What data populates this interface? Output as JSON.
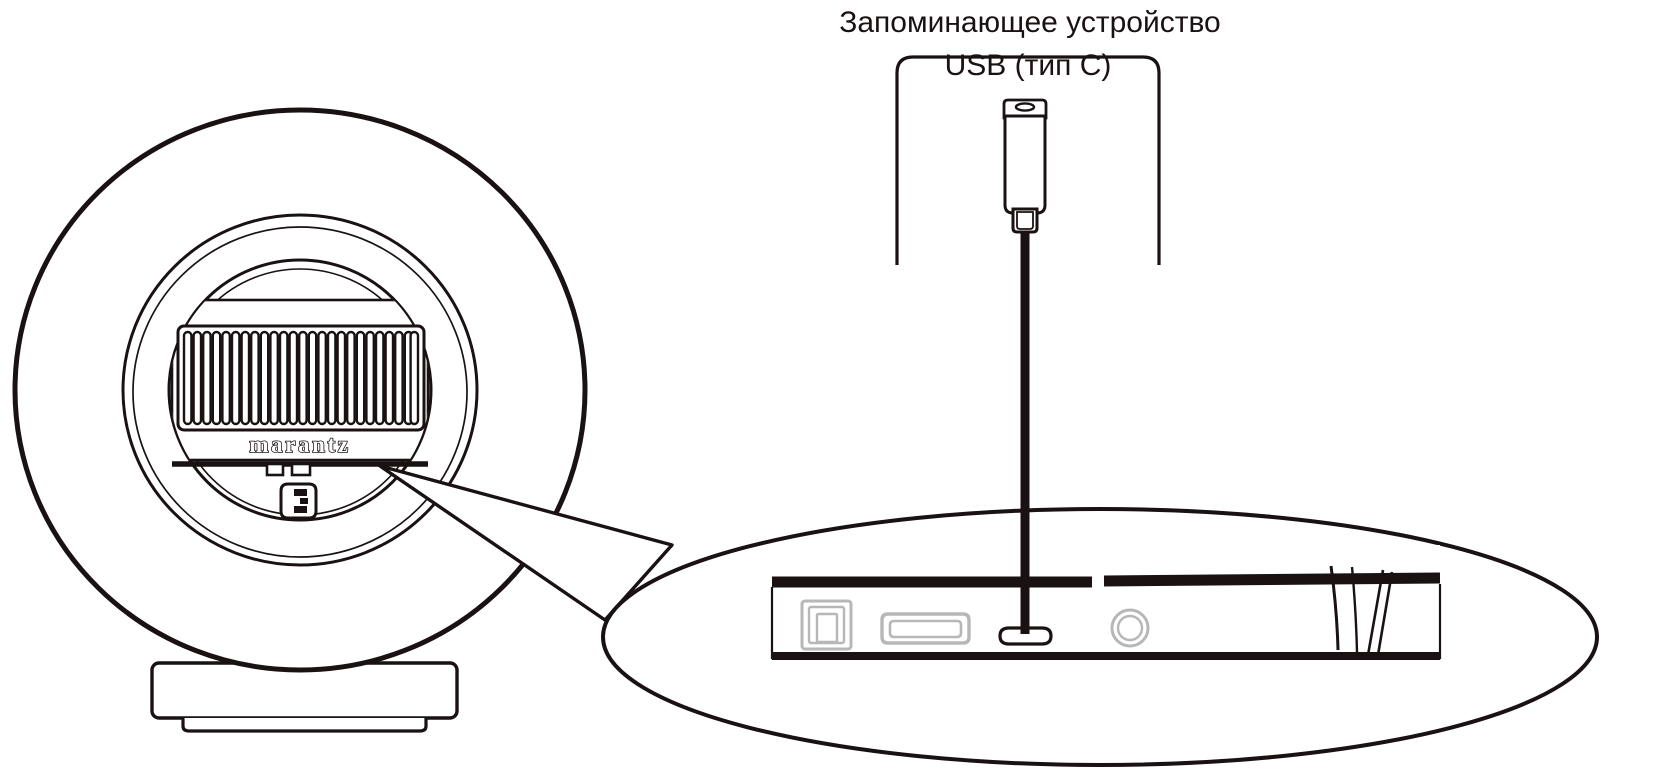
{
  "diagram": {
    "title_lines": [
      "Запоминающее устройство",
      "USB (тип C)"
    ],
    "device_brand": "marantz",
    "colors": {
      "ink": "#1a1112",
      "port_outline": "#b7b7b7",
      "paper": "#ffffff"
    },
    "callout": {
      "label_line1": "Запоминающее устройство",
      "label_line2": "USB (тип C)"
    },
    "source_device": {
      "name": "marantz-speaker-rear-view",
      "wordmark": "marantz",
      "parts": [
        "outer-shell-ellipse",
        "inner-ring",
        "driver-ring",
        "heatsink-fin-panel",
        "brand-wordmark",
        "iec-power-inlet",
        "stand-column",
        "stand-base"
      ]
    },
    "magnified_panel": {
      "name": "rear-connector-panel",
      "ports": [
        {
          "id": "optical-digital-in",
          "shape": "toslink-square"
        },
        {
          "id": "hdmi-earc-port",
          "shape": "hdmi-trapezoid"
        },
        {
          "id": "usb-c-port",
          "shape": "usb-c-pill",
          "connected": true
        },
        {
          "id": "analog-aux-jack",
          "shape": "round-jack"
        }
      ]
    },
    "accessory": {
      "name": "usb-c-flash-drive",
      "parts": [
        "keyring-cap",
        "body",
        "usb-c-plug"
      ]
    },
    "cable": {
      "name": "usb-c-connection-line",
      "from": "usb-c-flash-drive",
      "to": "usb-c-port"
    }
  }
}
